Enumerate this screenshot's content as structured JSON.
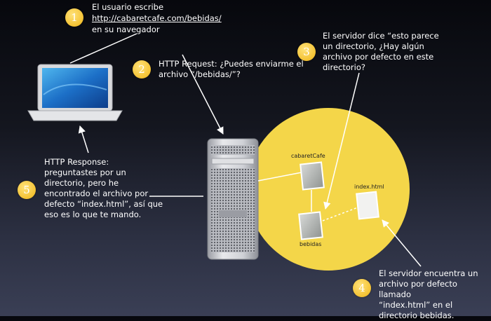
{
  "steps": [
    {
      "number": "1",
      "line1": "El usuario escribe",
      "url": "http://cabaretcafe.com/bebidas/",
      "line3": "en su navegador"
    },
    {
      "number": "2",
      "text": "HTTP Request: ¿Puedes enviarme el\narchivo “/bebidas/”?"
    },
    {
      "number": "3",
      "text": "El servidor dice “esto parece\nun directorio, ¿Hay algún\narchivo por defecto en este\ndirectorio?"
    },
    {
      "number": "4",
      "text": "El servidor encuentra un\narchivo por defecto llamado\n“index.html” en el\ndirectorio bebidas."
    },
    {
      "number": "5",
      "text": "HTTP Response:\npreguntastes por un\ndirectorio, pero he\nencontrado el archivo por\ndefecto “index.html”, así que\neso es lo que te mando."
    }
  ],
  "files": {
    "root": "cabaretCafe",
    "index": "index.html",
    "folder": "bebidas"
  },
  "colors": {
    "accent": "#f4c233",
    "circle": "#f4d649"
  }
}
